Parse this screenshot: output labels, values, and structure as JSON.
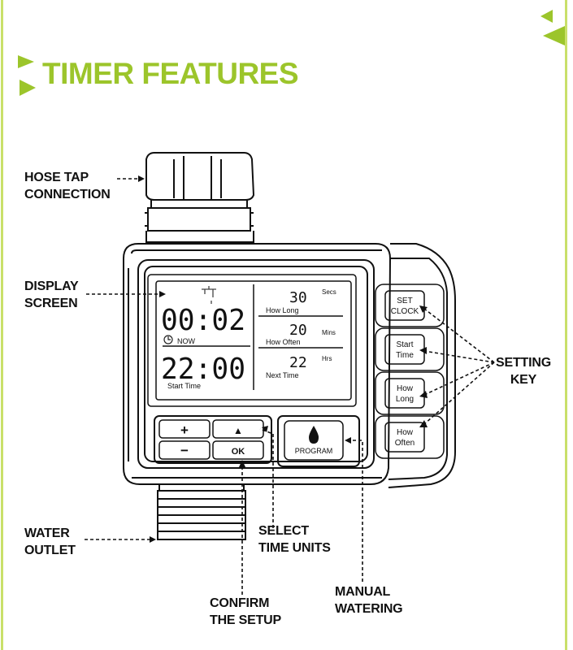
{
  "title": "TIMER FEATURES",
  "colors": {
    "accent": "#9cc52b",
    "ink": "#111111"
  },
  "callouts": {
    "hose_tap": [
      "HOSE TAP",
      "CONNECTION"
    ],
    "display_screen": [
      "DISPLAY",
      "SCREEN"
    ],
    "setting_key": [
      "SETTING",
      "KEY"
    ],
    "water_outlet": [
      "WATER",
      "OUTLET"
    ],
    "select_units": [
      "SELECT",
      "TIME UNITS"
    ],
    "confirm": [
      "CONFIRM",
      "THE SETUP"
    ],
    "manual": [
      "MANUAL",
      "WATERING"
    ]
  },
  "lcd": {
    "main_time": "00:02",
    "now_label": "NOW",
    "start_time": "22:00",
    "start_time_label": "Start Time",
    "how_long": {
      "value": "30",
      "unit": "Secs",
      "label": "How Long"
    },
    "how_often": {
      "value": "20",
      "unit": "Mins",
      "label": "How Often"
    },
    "next_time": {
      "value": "22",
      "unit": "Hrs",
      "label": "Next Time"
    }
  },
  "keypad": {
    "plus": "+",
    "up": "▲",
    "minus": "−",
    "ok": "OK"
  },
  "program_button": {
    "label": "PROGRAM",
    "icon": "water-drop-icon"
  },
  "side_keys": [
    [
      "SET",
      "CLOCK"
    ],
    [
      "Start",
      "Time"
    ],
    [
      "How",
      "Long"
    ],
    [
      "How",
      "Often"
    ]
  ]
}
